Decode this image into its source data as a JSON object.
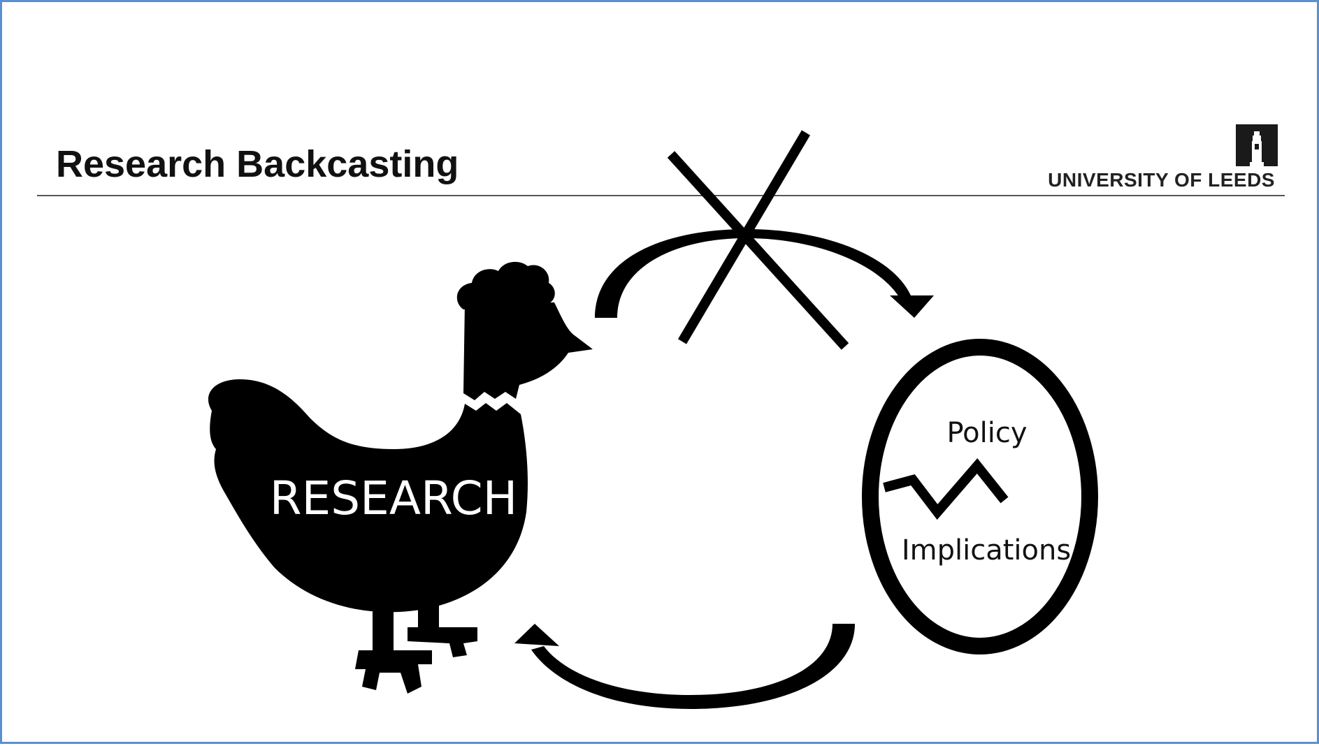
{
  "slide": {
    "title": "Research Backcasting",
    "logo": {
      "text": "UNIVERSITY OF LEEDS",
      "icon": "university-tower-icon"
    }
  },
  "diagram": {
    "chicken_label": "RESEARCH",
    "egg_label_top": "Policy",
    "egg_label_bottom": "Implications",
    "icons": [
      "chicken-icon",
      "egg-icon",
      "crack-icon",
      "cross-icon",
      "curved-arrow-icon"
    ],
    "colors": {
      "ink": "#000000",
      "border": "#5b8fd0",
      "rule": "#555555"
    }
  }
}
